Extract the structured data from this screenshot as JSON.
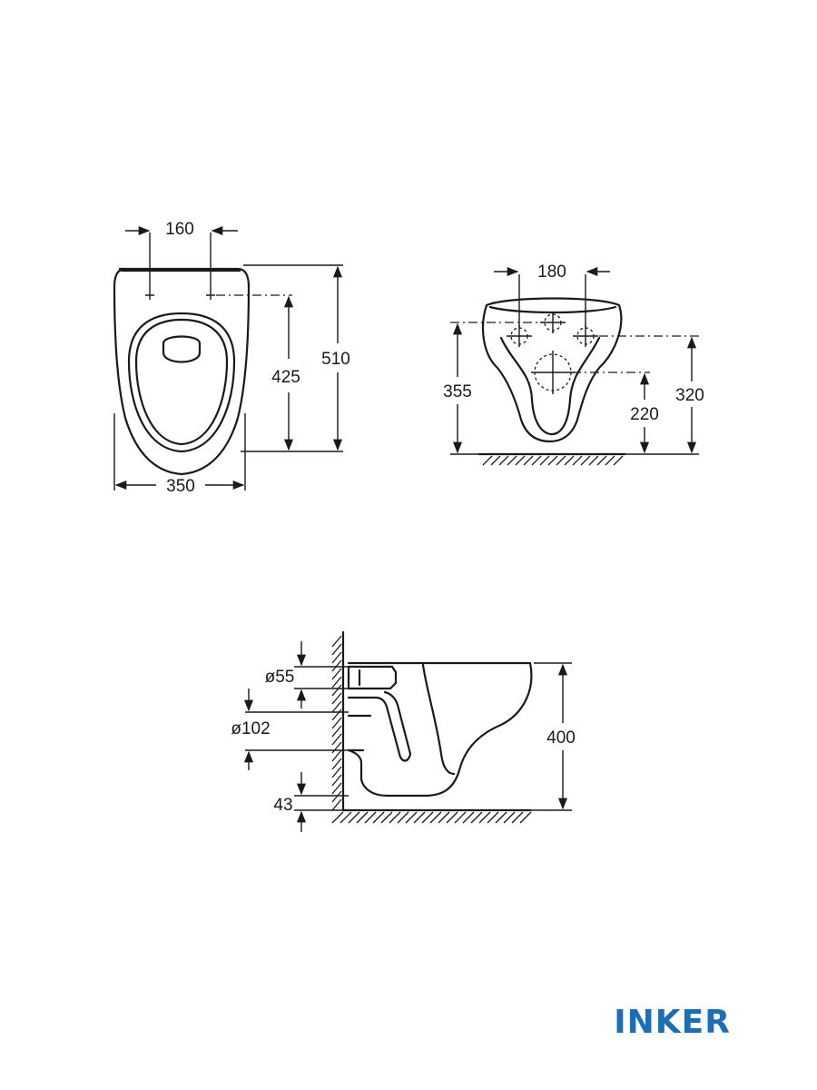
{
  "top_view": {
    "dim_top_width": "160",
    "dim_total_length": "510",
    "dim_fixing_length": "425",
    "dim_total_width": "350"
  },
  "rear_view": {
    "dim_fixing_spacing": "180",
    "dim_height_left": "355",
    "dim_height_right": "320",
    "dim_outlet_height": "220"
  },
  "side_view": {
    "dim_inlet_diameter": "ø55",
    "dim_outlet_diameter": "ø102",
    "dim_bottom_offset": "43",
    "dim_height": "400"
  },
  "brand": {
    "logo_text": "INKER",
    "logo_color": "#1b6fb8"
  }
}
